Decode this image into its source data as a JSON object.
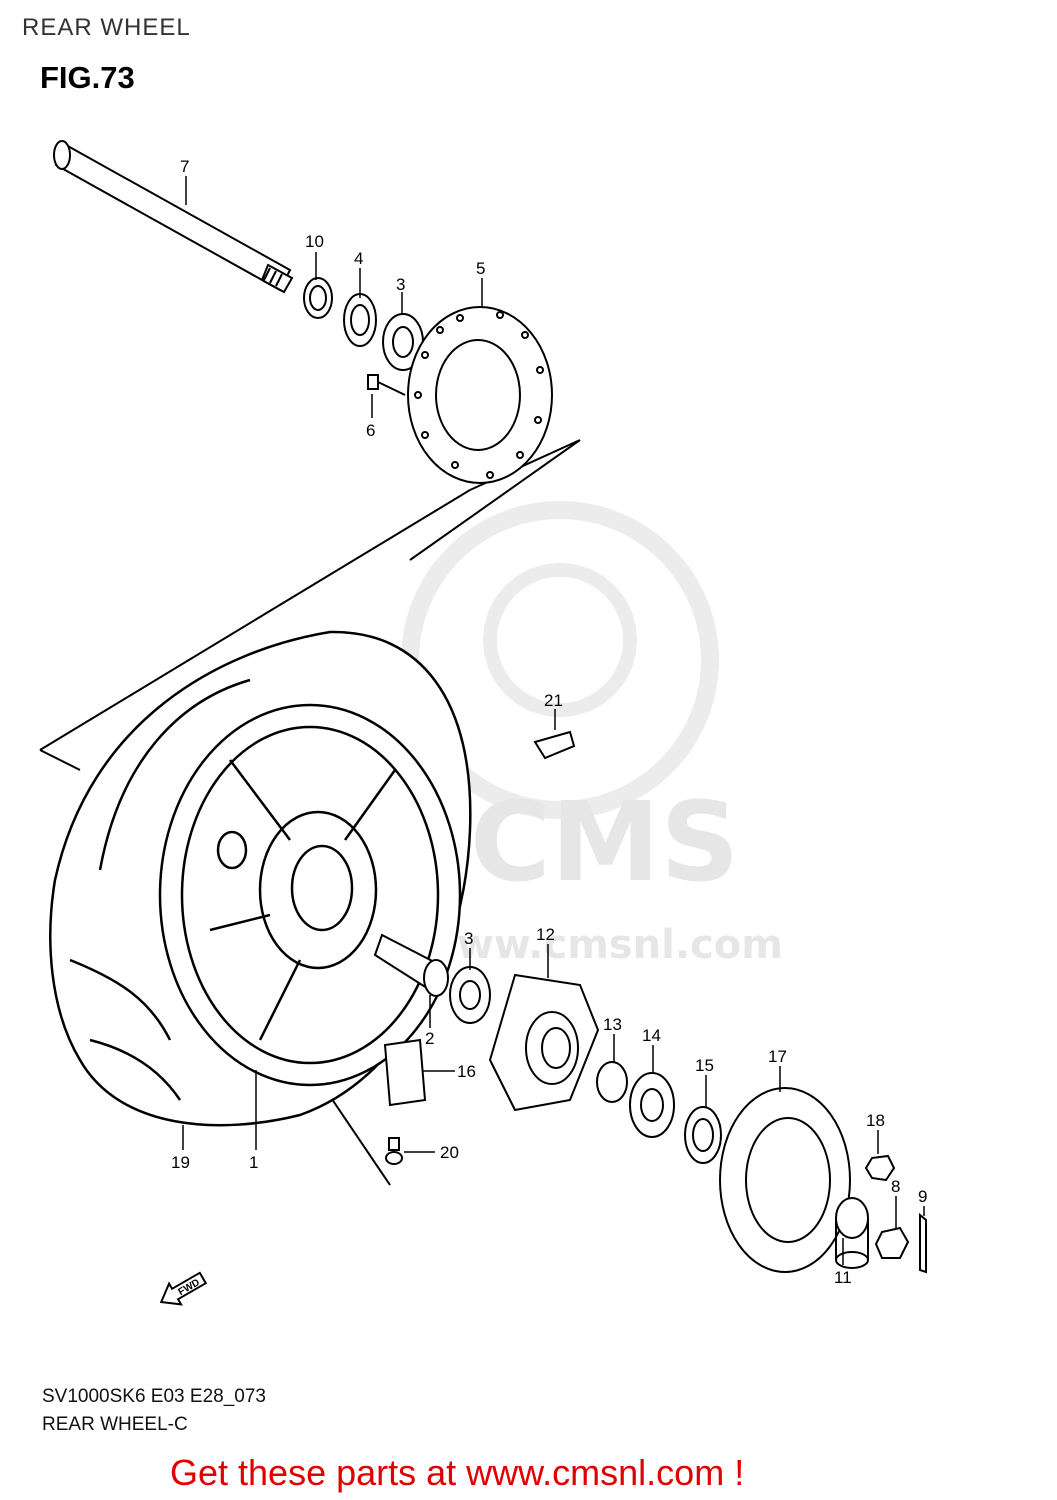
{
  "header": {
    "title": "REAR WHEEL"
  },
  "figure": {
    "label": "FIG.73"
  },
  "watermark": {
    "brand": "CMS",
    "url": "www.cmsnl.com"
  },
  "parts": [
    {
      "num": "1"
    },
    {
      "num": "2"
    },
    {
      "num": "3"
    },
    {
      "num": "3"
    },
    {
      "num": "4"
    },
    {
      "num": "5"
    },
    {
      "num": "6"
    },
    {
      "num": "7"
    },
    {
      "num": "8"
    },
    {
      "num": "9"
    },
    {
      "num": "10"
    },
    {
      "num": "11"
    },
    {
      "num": "12"
    },
    {
      "num": "13"
    },
    {
      "num": "14"
    },
    {
      "num": "15"
    },
    {
      "num": "16"
    },
    {
      "num": "17"
    },
    {
      "num": "18"
    },
    {
      "num": "19"
    },
    {
      "num": "20"
    },
    {
      "num": "21"
    }
  ],
  "arrow": {
    "label": "FWD"
  },
  "footer": {
    "code": "SV1000SK6 E03 E28_073",
    "subtitle": "REAR WHEEL-C",
    "cta": "Get these parts at www.cmsnl.com !"
  },
  "colors": {
    "cta": "#e00000",
    "watermark": "#e6e6e6",
    "ink": "#000000"
  }
}
